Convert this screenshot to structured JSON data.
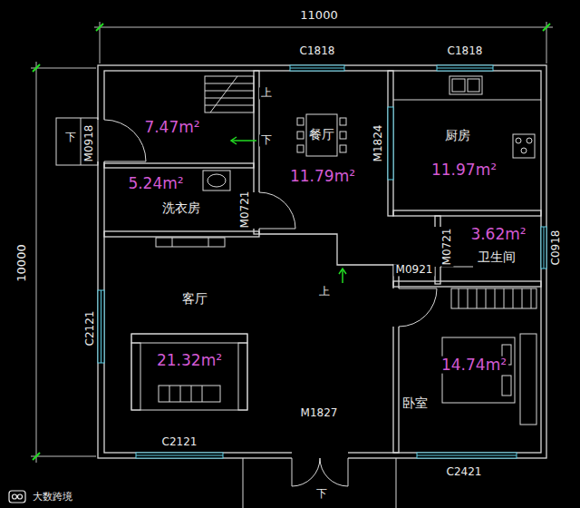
{
  "diagram": {
    "nodes": [
      {
        "text": [
          "7.47m²"
        ]
      },
      {
        "text": [
          "餐厅",
          "11.79m²"
        ]
      },
      {
        "text": [
          "厨房",
          "11.97m²"
        ]
      },
      {
        "text": [
          "5.24m²",
          "洗衣房"
        ]
      },
      {
        "text": [
          "3.62m²",
          "卫生间"
        ]
      },
      {
        "text": [
          "客厅",
          "21.32m²"
        ]
      },
      {
        "text": [
          "14.74m²",
          "卧室"
        ]
      }
    ],
    "labels": [
      "11000",
      "10000",
      "C1818",
      "C1818",
      "M0918",
      "下",
      "上",
      "下",
      "M1824",
      "M0721",
      "M0721",
      "C0918",
      "M0921",
      "上",
      "C2121",
      "C2121",
      "M1827",
      "C2421",
      "下",
      "大数跨境"
    ]
  }
}
